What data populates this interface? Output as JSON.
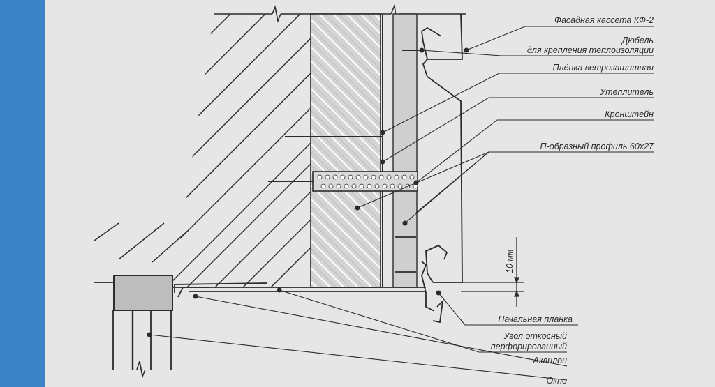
{
  "labels": {
    "cassette": "Фасадная кассета КФ-2",
    "dowel_line1": "Дюбель",
    "dowel_line2": "для крепления теплоизоляции",
    "film": "Плёнка ветрозащитная",
    "insulation": "Утеплитель",
    "bracket": "Кронштейн",
    "profile": "П-образный профиль 60х27",
    "start_strip": "Начальная планка",
    "corner_line1": "Угол откосный",
    "corner_line2": "перфорированный",
    "akvilon": "Аквилон",
    "window": "Окно"
  },
  "dimension": "10 мм",
  "colors": {
    "accent_bar": "#3a83c6",
    "background": "#e6e6e6",
    "line": "#2b2b2b"
  }
}
